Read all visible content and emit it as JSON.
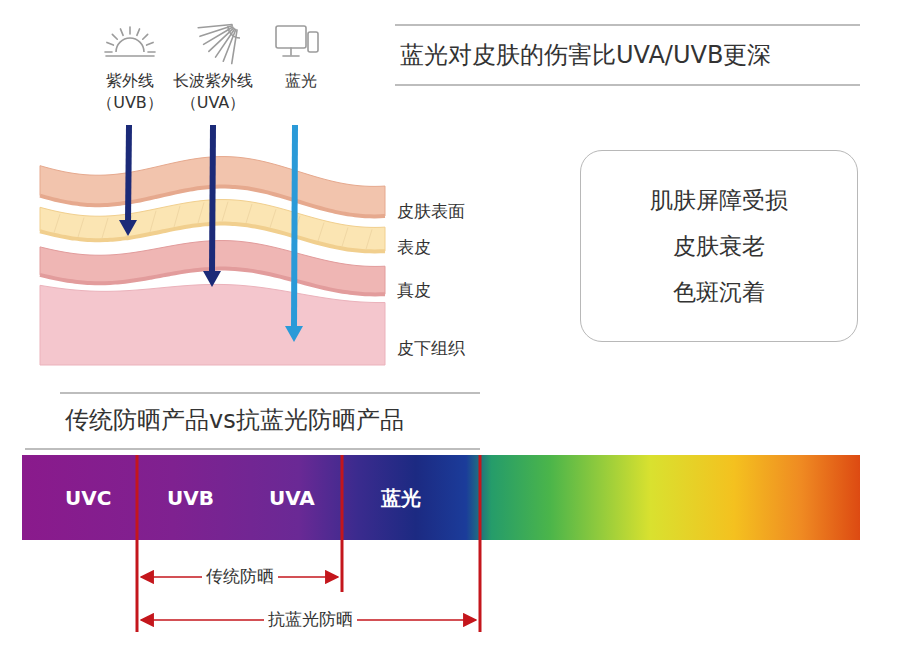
{
  "diagram": {
    "title": "蓝光对皮肤的伤害比UVA/UVB更深",
    "nodes": [
      {
        "text": [
          "肌肤屏障受损",
          "皮肤衰老",
          "色斑沉着"
        ]
      }
    ],
    "labels": [
      "紫外线 （UVB）",
      "长波紫外线 （UVA）",
      "蓝光",
      "皮肤表面",
      "表皮",
      "真皮",
      "皮下组织",
      "传统防晒产品vs抗蓝光防晒产品",
      "UVC",
      "UVB",
      "UVA",
      "蓝光",
      "传统防晒",
      "抗蓝光防晒"
    ]
  }
}
